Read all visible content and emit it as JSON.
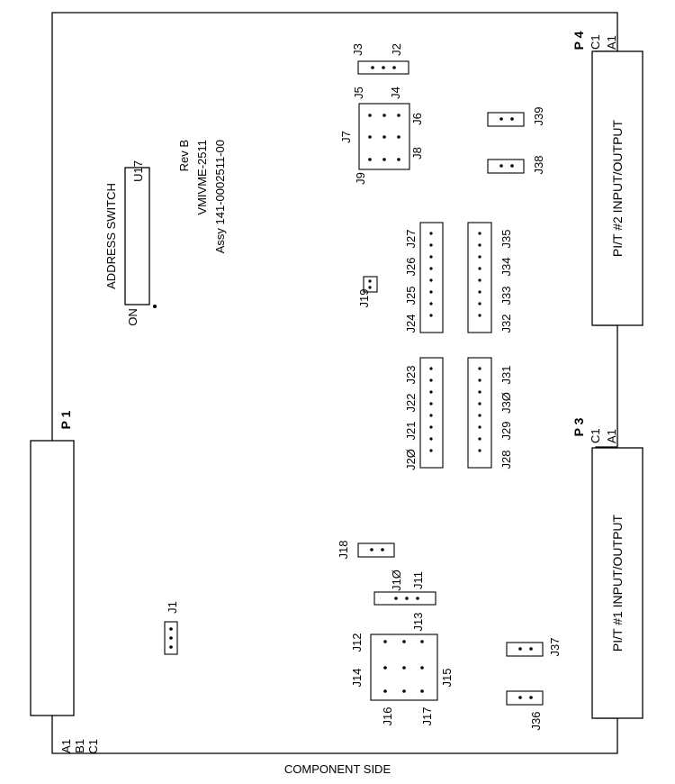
{
  "footer": "COMPONENT SIDE",
  "board": {
    "rev": "Rev B",
    "model": "VMIVME-2511",
    "assy": "Assy 141-0002511-00"
  },
  "switch": {
    "ref": "U17",
    "title": "ADDRESS SWITCH",
    "on": "ON"
  },
  "connectors": {
    "p1": {
      "label": "P 1",
      "a1": "A1",
      "b1": "B1",
      "c1": "C1"
    },
    "p3": {
      "label": "P 3",
      "c1": "C1",
      "a1": "A1",
      "io": "PI/T #1  INPUT/OUTPUT"
    },
    "p4": {
      "label": "P 4",
      "c1": "C1",
      "a1": "A1",
      "io": "PI/T #2  INPUT/OUTPUT"
    }
  },
  "jumpers": {
    "j1": "J1",
    "j2": "J2",
    "j3": "J3",
    "j4": "J4",
    "j5": "J5",
    "j6": "J6",
    "j7": "J7",
    "j8": "J8",
    "j9": "J9",
    "j10": "J1Ø",
    "j11": "J11",
    "j12": "J12",
    "j13": "J13",
    "j14": "J14",
    "j15": "J15",
    "j16": "J16",
    "j17": "J17",
    "j18": "J18",
    "j19": "J19",
    "j20": "J2Ø",
    "j21": "J21",
    "j22": "J22",
    "j23": "J23",
    "j24": "J24",
    "j25": "J25",
    "j26": "J26",
    "j27": "J27",
    "j28": "J28",
    "j29": "J29",
    "j30": "J3Ø",
    "j31": "J31",
    "j32": "J32",
    "j33": "J33",
    "j34": "J34",
    "j35": "J35",
    "j36": "J36",
    "j37": "J37",
    "j38": "J38",
    "j39": "J39"
  }
}
